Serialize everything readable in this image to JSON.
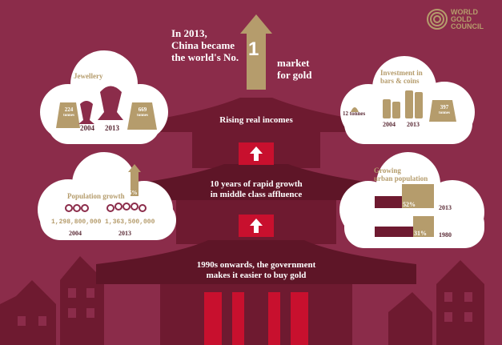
{
  "colors": {
    "background": "#8b2c4a",
    "gold": "#b59c6c",
    "dark_red": "#6e1a30",
    "bright_red": "#c8102e",
    "cloud": "#ffffff"
  },
  "logo": {
    "line1": "WORLD",
    "line2": "GOLD",
    "line3": "COUNCIL",
    "icon": "concentric-rings-icon"
  },
  "headline": {
    "line1": "In 2013,",
    "line2": "China became",
    "line3": "the world's No.",
    "number": "1",
    "line4": "market",
    "line5": "for gold"
  },
  "pagoda": {
    "tier1": "Rising real incomes",
    "tier2_line1": "10 years of rapid growth",
    "tier2_line2": "in middle class affluence",
    "tier3_line1": "1990s onwards, the government",
    "tier3_line2": "makes it easier to buy gold"
  },
  "jewellery": {
    "title": "Jewellery",
    "weight_2004": "224",
    "weight_2013": "669",
    "unit": "tonnes",
    "year_a": "2004",
    "year_b": "2013"
  },
  "investment": {
    "title_line1": "Investment in",
    "title_line2": "bars & coins",
    "small_weight": "12 tonnes",
    "weight_2013": "397",
    "unit": "tonnes",
    "year_a": "2004",
    "year_b": "2013"
  },
  "population": {
    "title": "Population growth",
    "growth": "5%",
    "value_2004": "1,298,800,000",
    "value_2013": "1,363,500,000",
    "year_a": "2004",
    "year_b": "2013"
  },
  "urban": {
    "title_line1": "Growing",
    "title_line2": "urban population",
    "pct_2013": "52%",
    "pct_1980": "31%",
    "year_a": "2013",
    "year_b": "1980"
  }
}
